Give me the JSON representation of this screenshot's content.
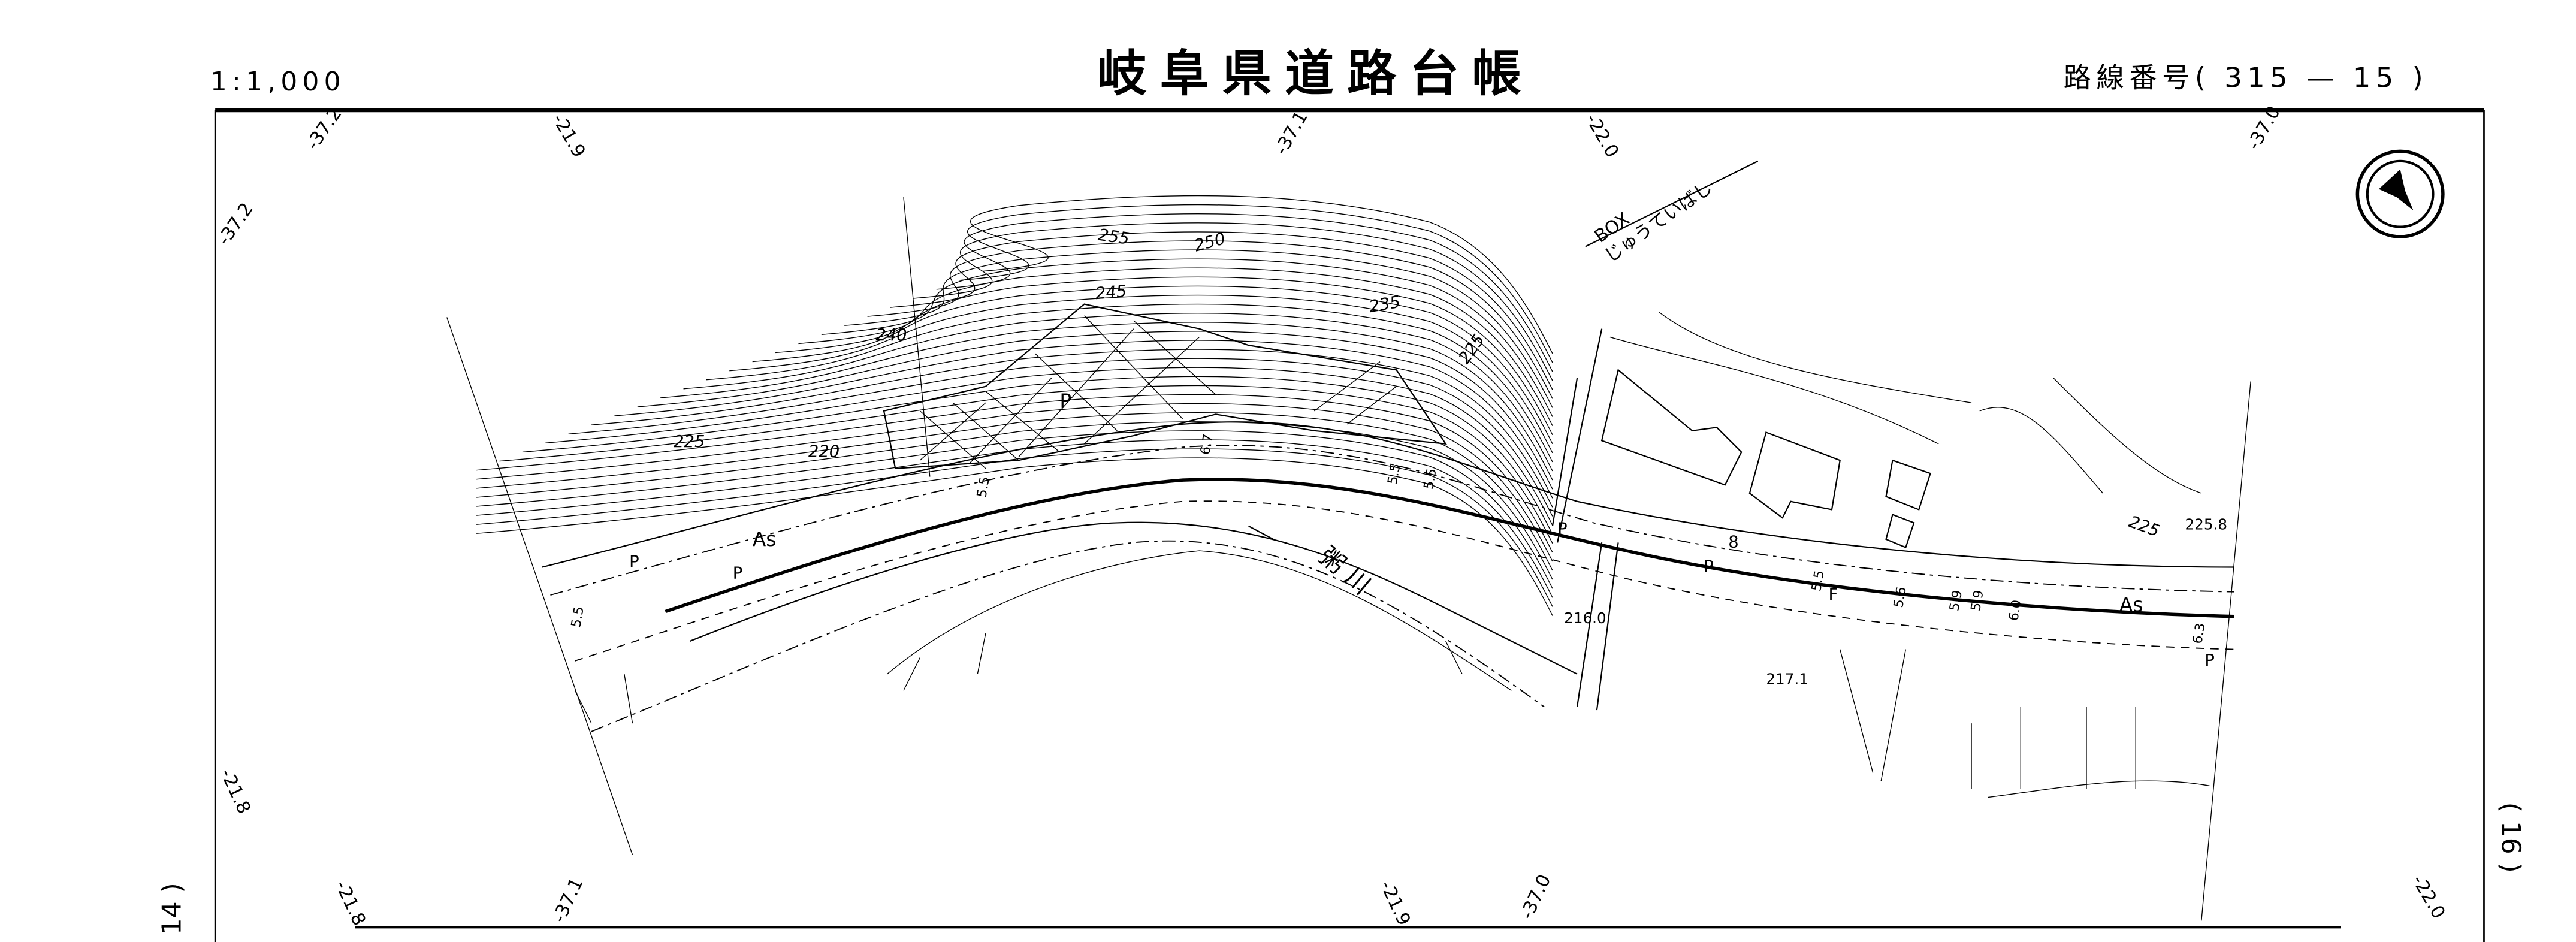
{
  "header": {
    "scale": "1:1,000",
    "title": "岐阜県道路台帳",
    "route_number": "路線番号( 315 — 15 )"
  },
  "adjacent_sheets": {
    "left": "( 14 )",
    "right": "( 16 )"
  },
  "grid_labels": {
    "top": [
      "-37.2",
      "-21.9",
      "-37.1",
      "-22.0",
      "-37.0"
    ],
    "left": [
      "-37.2",
      "-21.8"
    ],
    "bottom": [
      "-21.8",
      "-37.1",
      "-21.9",
      "-37.0",
      "-22.0"
    ]
  },
  "contours": [
    "255",
    "250",
    "245",
    "240",
    "235",
    "225",
    "225",
    "220",
    "225"
  ],
  "bridge": {
    "type": "BOX",
    "name": "じゅうていばし"
  },
  "river_name": "粥 川",
  "road_labels": {
    "surface": [
      "As",
      "As"
    ],
    "marks": [
      "P",
      "P",
      "P",
      "P",
      "P",
      "P",
      "F",
      "8"
    ]
  },
  "widths": [
    "5.5",
    "5.5",
    "6.7",
    "5.5",
    "5.5",
    "5.5",
    "5.6",
    "5.9",
    "5.9",
    "6.0",
    "6.3"
  ],
  "spot_heights": [
    "216.0",
    "217.1",
    "225.8"
  ],
  "north_arrow": "compass-icon"
}
